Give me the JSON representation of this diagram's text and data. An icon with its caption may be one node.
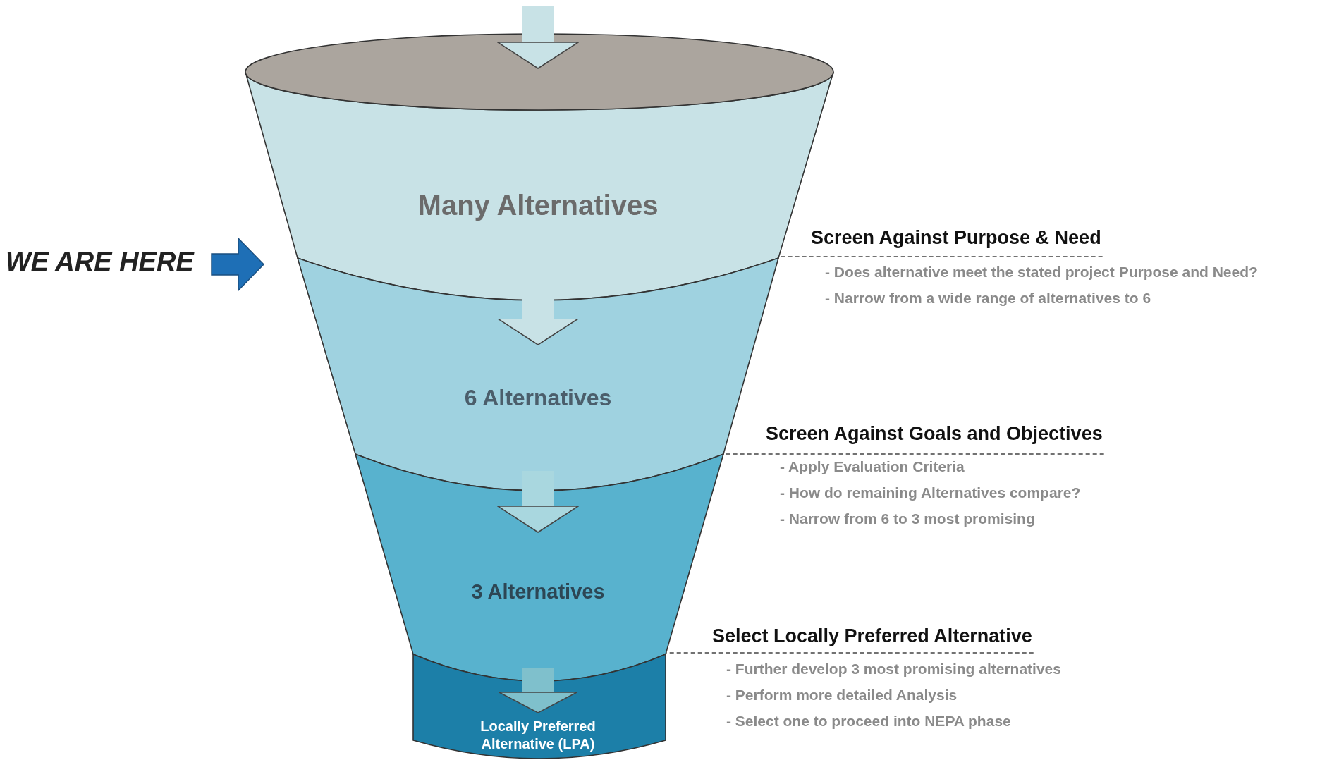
{
  "diagram": {
    "nodes": [
      {
        "text": [
          "Many Alternatives"
        ]
      },
      {
        "text": [
          "6 Alternatives"
        ]
      },
      {
        "text": [
          "3 Alternatives"
        ]
      },
      {
        "text": [
          "Locally Preferred Alternative (LPA)"
        ]
      },
      {
        "text": [
          "Screen Against Purpose & Need",
          "- Does alternative meet the stated project Purpose and Need?",
          "- Narrow from a wide range of alternatives to 6"
        ]
      },
      {
        "text": [
          "Screen Against Goals and Objectives",
          "- Apply Evaluation Criteria",
          "- How do remaining Alternatives compare?",
          "- Narrow from 6 to 3 most promising"
        ]
      },
      {
        "text": [
          "Select Locally Preferred Alternative",
          "- Further develop 3 most promising alternatives",
          "- Perform more detailed Analysis",
          "- Select one to proceed into NEPA phase"
        ]
      }
    ],
    "edges": [
      {
        "from": null,
        "to": 0,
        "arrow": "to",
        "color": "#c8e2e6"
      },
      {
        "from": 0,
        "to": 1,
        "arrow": "to",
        "color": "#c8e2e6"
      },
      {
        "from": 1,
        "to": 2,
        "arrow": "to",
        "color": "#a9d7df"
      },
      {
        "from": 2,
        "to": 3,
        "arrow": "to",
        "color": "#7fc0cc"
      },
      {
        "from": 4,
        "to": 0,
        "arrow": "none",
        "style": "dashed"
      },
      {
        "from": 5,
        "to": 2,
        "arrow": "none",
        "style": "dashed"
      },
      {
        "from": 6,
        "to": 3,
        "arrow": "none",
        "style": "dashed"
      }
    ],
    "labels": [
      "WE ARE HERE"
    ]
  }
}
